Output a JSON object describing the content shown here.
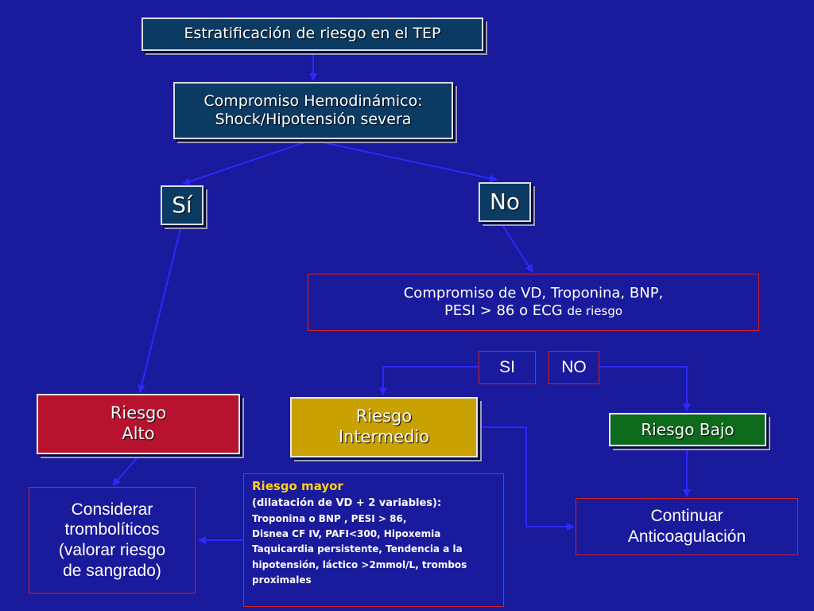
{
  "diagram": {
    "title": "Estratificación de riesgo en el TEP",
    "hemodynamic": {
      "line1": "Compromiso Hemodinámico:",
      "line2": "Shock/Hipotensión severa"
    },
    "branch_yes": "Sí",
    "branch_no": "No",
    "criteria": {
      "line1": "Compromiso de VD, Troponina, BNP,",
      "line2_main": "PESI > 86 o ECG",
      "line2_small": "de riesgo"
    },
    "criteria_yes": "SI",
    "criteria_no": "NO",
    "risk_high": {
      "line1": "Riesgo",
      "line2": "Alto"
    },
    "risk_intermediate": {
      "line1": "Riesgo",
      "line2": "Intermedio"
    },
    "risk_low": "Riesgo Bajo",
    "thrombolytics": {
      "line1": "Considerar",
      "line2": "trombolíticos",
      "line3": "(valorar riesgo",
      "line4": "de sangrado)"
    },
    "major_risk": {
      "title": "Riesgo mayor",
      "subtitle": "(dilatación de VD + 2 variables):",
      "lines": [
        "Troponina o BNP , PESI > 86,",
        "Disnea CF IV, PAFI<300, Hipoxemia",
        "Taquicardia persistente, Tendencia a la",
        "hipotensión, láctico >2mmol/L,  trombos",
        "proximales"
      ]
    },
    "continue": {
      "line1": "Continuar",
      "line2": "Anticoagulación"
    }
  },
  "colors": {
    "background": "#1a1a9c",
    "navy_box": "#0b3a63",
    "risk_high": "#b7132f",
    "risk_intermediate": "#c9a100",
    "risk_low": "#0d6a1c",
    "outline_red": "#d62020",
    "connector_blue": "#2424ff",
    "highlight_yellow": "#ffd21a"
  }
}
